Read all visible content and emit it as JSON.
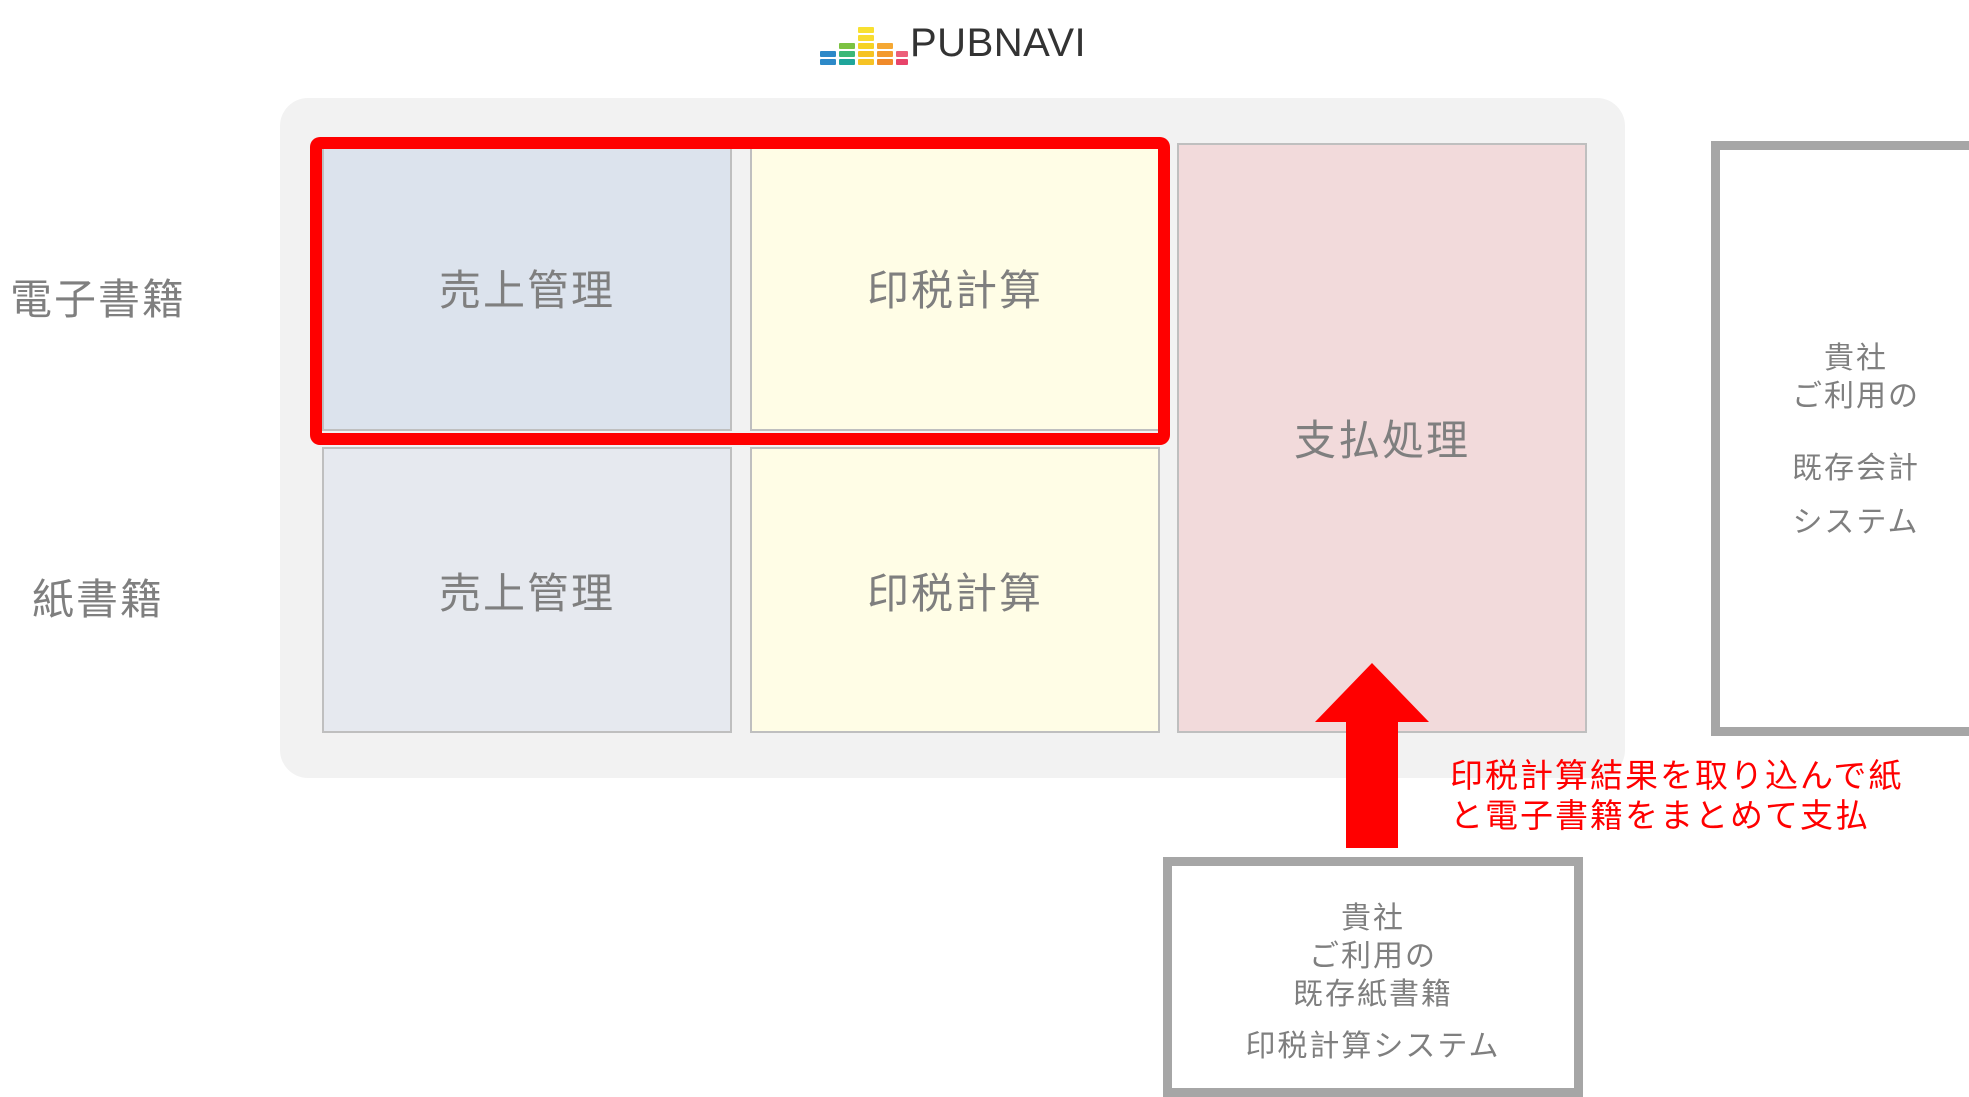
{
  "logo": {
    "text": "PUBNAVI"
  },
  "rows": {
    "ebook": "電子書籍",
    "paper": "紙書籍"
  },
  "cells": {
    "sales_ebook": "売上管理",
    "royalty_ebook": "印税計算",
    "sales_paper": "売上管理",
    "royalty_paper": "印税計算",
    "payment": "支払処理"
  },
  "accounting_system": {
    "lines": [
      "貴社",
      "ご利用の",
      "既存会計",
      "システム"
    ]
  },
  "paper_system": {
    "lines": [
      "貴社",
      "ご利用の",
      "既存紙書籍",
      "印税計算システム"
    ]
  },
  "note": {
    "lines": [
      "印税計算結果を取り込んで紙",
      "と電子書籍をまとめて支払"
    ]
  },
  "colors": {
    "highlight": "#ff0000",
    "sales": "#dce3ed",
    "royalty": "#fffde6",
    "payment": "#f2dadb",
    "panel": "#f2f2f2",
    "system_border": "#a6a6a6"
  }
}
